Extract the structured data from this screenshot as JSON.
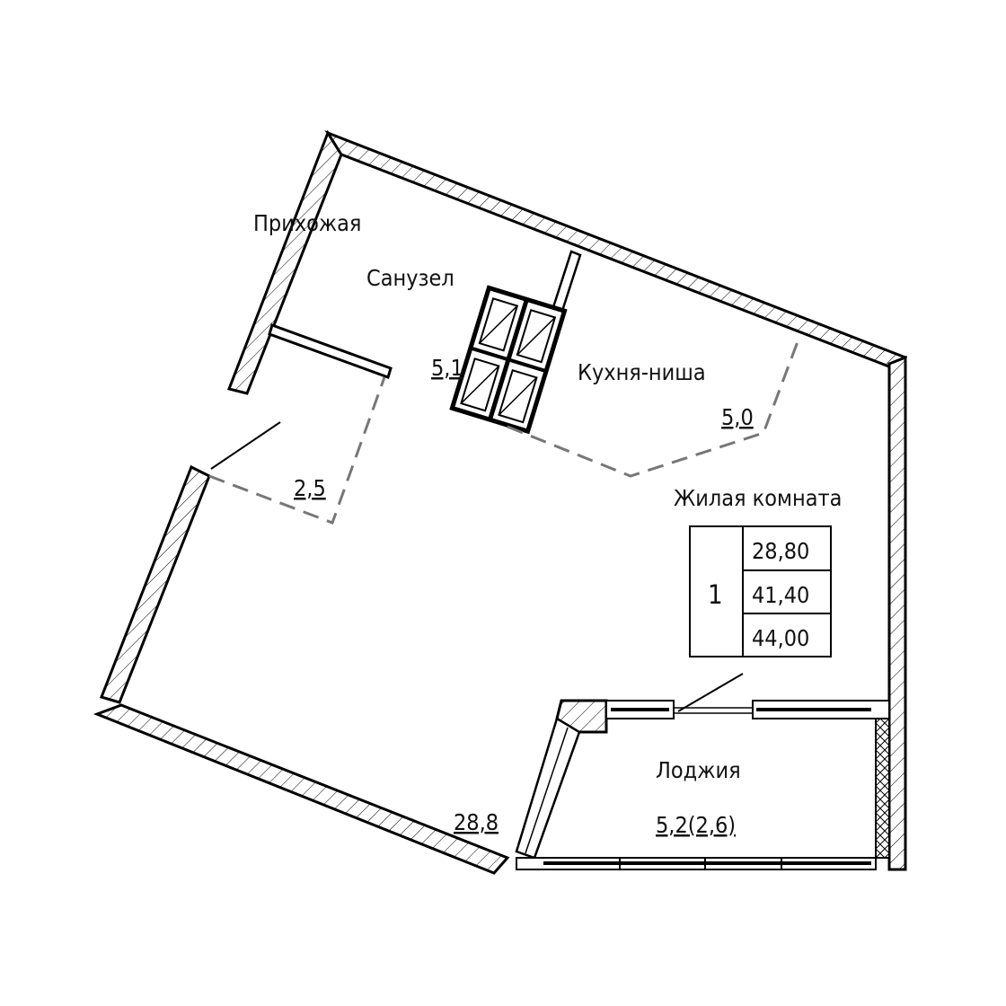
{
  "rooms": {
    "bathroom": {
      "name": "Санузел",
      "area": "5,1"
    },
    "hallway": {
      "name": "Прихожая",
      "area": "2,5"
    },
    "kitchen": {
      "name": "Кухня-ниша",
      "area": "5,0"
    },
    "living": {
      "name": "Жилая комната",
      "area": "28,8"
    },
    "loggia": {
      "name": "Лоджия",
      "area": "5,2(2,6)"
    }
  },
  "summary": {
    "rooms_count": "1",
    "living_area": "28,80",
    "total_area": "41,40",
    "total_with_loggia": "44,00"
  }
}
